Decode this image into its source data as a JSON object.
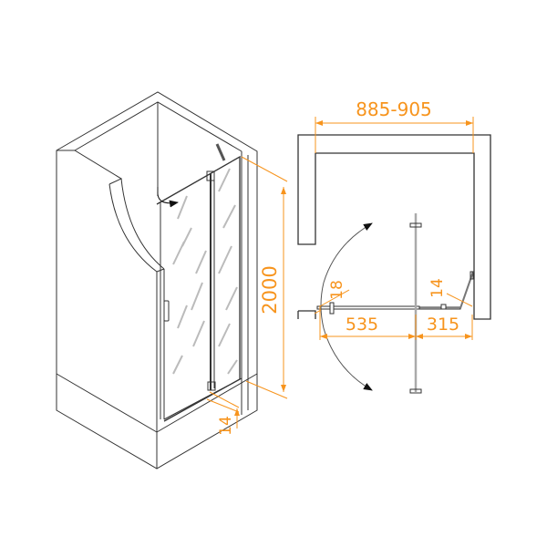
{
  "diagram": {
    "type": "technical-drawing",
    "subject": "shower door installation",
    "accent_color": "#f7941d",
    "line_color": "#333333",
    "isometric_view": {
      "height_label": "2000",
      "threshold_label": "14"
    },
    "plan_view": {
      "width_label": "885-905",
      "door_label": "535",
      "fixed_panel_label": "315",
      "wall_offset_left_label": "18",
      "wall_offset_right_label": "14"
    }
  }
}
